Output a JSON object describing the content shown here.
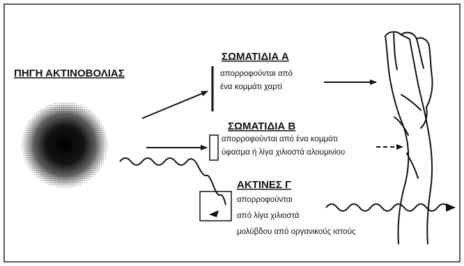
{
  "source": {
    "label": "ΠΗΓΗ ΑΚΤΙΝΟΒΟΛΙΑΣ"
  },
  "particles_a": {
    "label": "ΣΩΜΑΤΙΔΙΑ Α",
    "lines": [
      "απορροφούνται από",
      "ένα  κομμάτι χαρτί"
    ]
  },
  "particles_b": {
    "label": "ΣΩΜΑΤΙΔΙΑ Β",
    "lines": [
      "απορροφούνται από ένα  κομμάτι",
      "ύφασμα ή λίγα χιλιοστά αλουμινίου"
    ]
  },
  "gamma_rays": {
    "label": "ΑΚΤΙΝΕΣ Γ",
    "lines": [
      "απορροφούνται",
      "από λίγα χιλιοστά",
      "μολύβδου από οργανικούς ιστούς"
    ]
  }
}
